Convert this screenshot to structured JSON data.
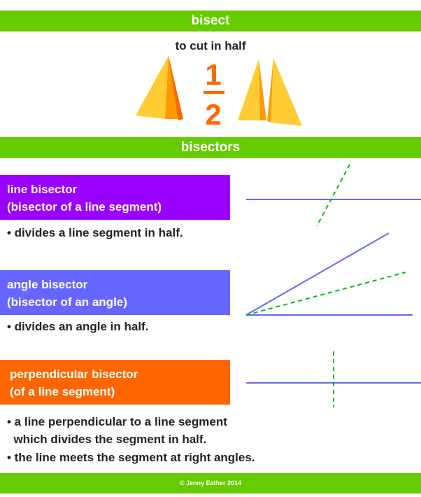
{
  "header": {
    "title": "bisect",
    "subtitle": "to cut in half"
  },
  "fraction": {
    "numerator": "1",
    "denominator": "2"
  },
  "section": {
    "title": "bisectors"
  },
  "items": [
    {
      "name": "line",
      "title_line1": "line bisector",
      "title_line2": "(bisector of a line segment)",
      "bullets": [
        "• divides a line segment in half."
      ],
      "color": "#9900ff"
    },
    {
      "name": "angle",
      "title_line1": "angle bisector",
      "title_line2": "(bisector of an angle)",
      "bullets": [
        "• divides an angle in half."
      ],
      "color": "#6666ff"
    },
    {
      "name": "perpendicular",
      "title_line1": "perpendicular bisector",
      "title_line2": "(of a line segment)",
      "bullets": [
        "• a line perpendicular to a line segment",
        "  which divides the segment in half.",
        "• the line meets the segment at right angles."
      ],
      "color": "#ff6600"
    }
  ],
  "footer": {
    "text": "© Jenny Eather 2014"
  },
  "colors": {
    "green": "#66cc00",
    "orange": "#ff6600",
    "lightorange": "#ffcc33",
    "line": "#6666ff",
    "dashed": "#00bb00"
  }
}
